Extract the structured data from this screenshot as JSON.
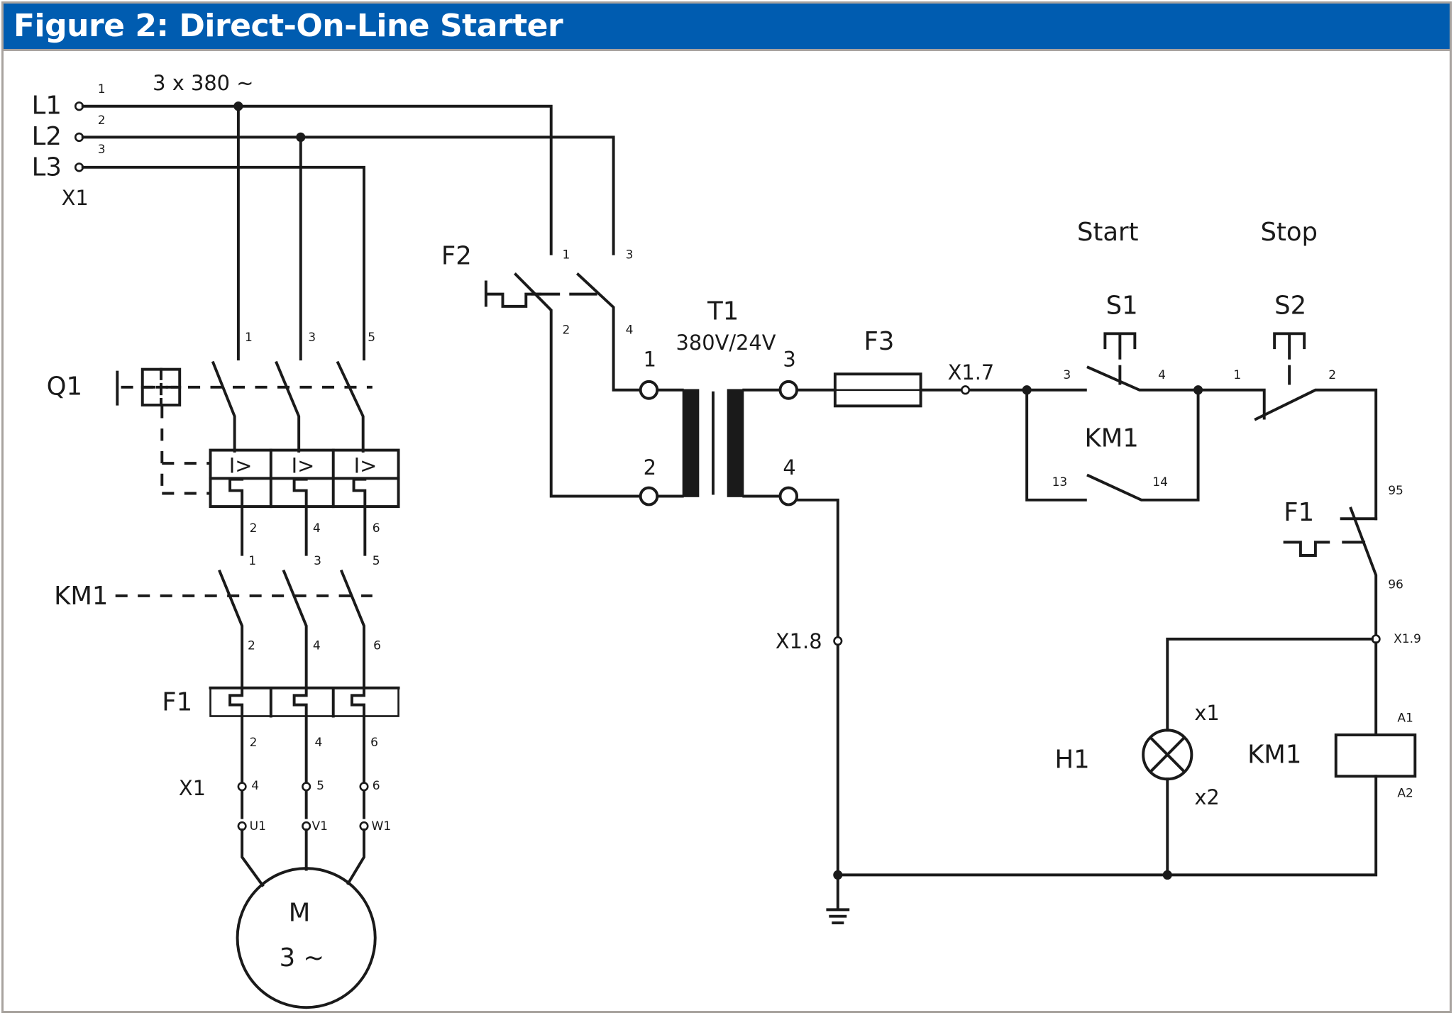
{
  "header": {
    "title": "Figure 2: Direct-On-Line Starter"
  },
  "colors": {
    "header_bg": "#005cb0",
    "border": "#a8a39f",
    "wire": "#1a1a1a"
  },
  "supply": {
    "label": "3 x 380 ~",
    "lines": [
      {
        "name": "L1",
        "terminal": "1"
      },
      {
        "name": "L2",
        "terminal": "2"
      },
      {
        "name": "L3",
        "terminal": "3"
      }
    ],
    "terminal_strip": "X1"
  },
  "power_circuit": {
    "q1": {
      "label": "Q1",
      "top_terminals": [
        "1",
        "3",
        "5"
      ],
      "bottom_terminals": [
        "2",
        "4",
        "6"
      ],
      "trip_symbol": "I>"
    },
    "km1": {
      "label": "KM1",
      "top_terminals": [
        "1",
        "3",
        "5"
      ],
      "bottom_terminals": [
        "2",
        "4",
        "6"
      ]
    },
    "f1": {
      "label": "F1",
      "bottom_terminals": [
        "2",
        "4",
        "6"
      ]
    },
    "x1": {
      "label": "X1",
      "terminals": [
        "4",
        "5",
        "6"
      ],
      "motor_terminals": [
        "U1",
        "V1",
        "W1"
      ]
    },
    "motor": {
      "label": "M",
      "phases": "3 ~"
    }
  },
  "control_circuit": {
    "f2": {
      "label": "F2",
      "terminals": [
        "1",
        "3",
        "2",
        "4"
      ]
    },
    "t1": {
      "label": "T1",
      "rating": "380V/24V",
      "primary": [
        "1",
        "2"
      ],
      "secondary": [
        "3",
        "4"
      ]
    },
    "f3": {
      "label": "F3"
    },
    "x17": "X1.7",
    "x18": "X1.8",
    "x19": "X1.9",
    "start": {
      "caption": "Start",
      "label": "S1",
      "terminals": [
        "3",
        "4"
      ]
    },
    "stop": {
      "caption": "Stop",
      "label": "S2",
      "terminals": [
        "1",
        "2"
      ]
    },
    "km1_aux": {
      "label": "KM1",
      "terminals": [
        "13",
        "14"
      ]
    },
    "f1_aux": {
      "label": "F1",
      "terminals": [
        "95",
        "96"
      ]
    },
    "h1": {
      "label": "H1",
      "terminals": [
        "x1",
        "x2"
      ]
    },
    "km1_coil": {
      "label": "KM1",
      "terminals": [
        "A1",
        "A2"
      ]
    }
  }
}
